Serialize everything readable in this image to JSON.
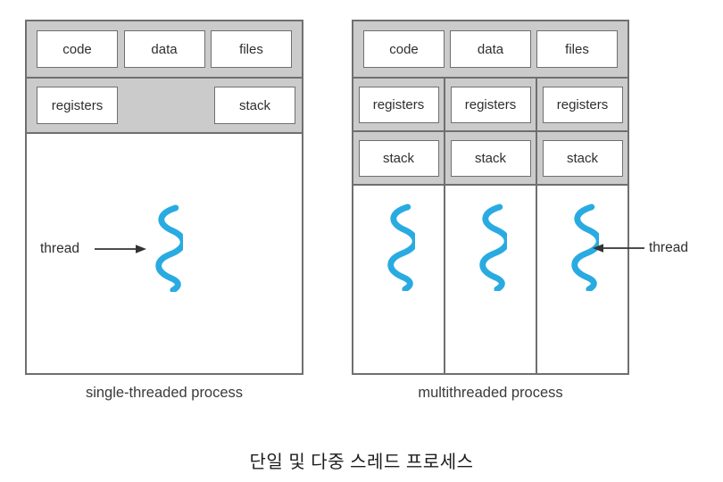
{
  "figure": {
    "caption_ko": "단일 및 다중 스레드 프로세스"
  },
  "left_panel": {
    "label": "single-threaded process",
    "segment_boxes": [
      "code",
      "data",
      "files"
    ],
    "resource_boxes": {
      "registers": "registers",
      "stack": "stack"
    },
    "thread_label": "thread"
  },
  "right_panel": {
    "label": "multithreaded process",
    "segment_boxes": [
      "code",
      "data",
      "files"
    ],
    "columns": [
      {
        "registers": "registers",
        "stack": "stack"
      },
      {
        "registers": "registers",
        "stack": "stack"
      },
      {
        "registers": "registers",
        "stack": "stack"
      }
    ],
    "thread_label": "thread"
  },
  "colors": {
    "panel_gray": "#cbcbcb",
    "border_gray": "#6f6f6f",
    "thread_blue": "#29abe2",
    "arrow_black": "#333333"
  }
}
